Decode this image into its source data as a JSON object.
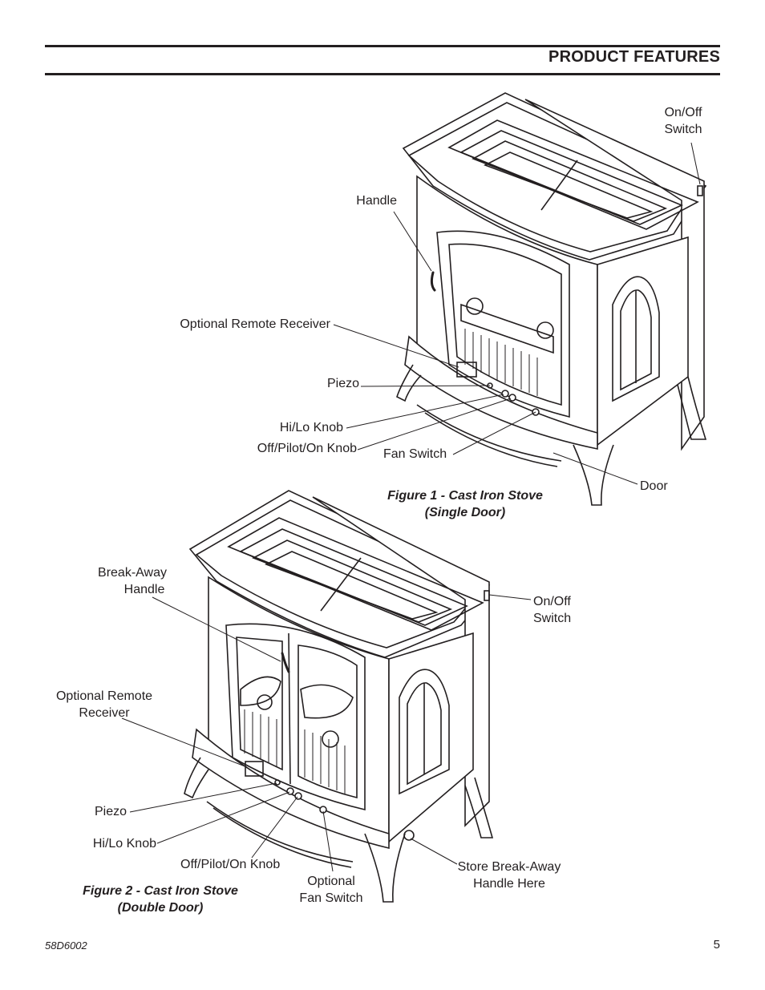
{
  "header": {
    "section_title": "PRODUCT FEATURES"
  },
  "figure1": {
    "caption_line1": "Figure 1 - Cast Iron Stove",
    "caption_line2": "(Single Door)",
    "labels": {
      "on_off_switch_1": "On/Off",
      "on_off_switch_2": "Switch",
      "handle": "Handle",
      "optional_remote_receiver": "Optional Remote Receiver",
      "piezo": "Piezo",
      "hi_lo_knob": "Hi/Lo Knob",
      "off_pilot_on_knob": "Off/Pilot/On Knob",
      "fan_switch": "Fan Switch",
      "door": "Door"
    }
  },
  "figure2": {
    "caption_line1": "Figure 2 - Cast Iron Stove",
    "caption_line2": "(Double Door)",
    "labels": {
      "break_away_handle_1": "Break-Away",
      "break_away_handle_2": "Handle",
      "on_off_switch_1": "On/Off",
      "on_off_switch_2": "Switch",
      "optional_remote_receiver_1": "Optional Remote",
      "optional_remote_receiver_2": "Receiver",
      "piezo": "Piezo",
      "hi_lo_knob": "Hi/Lo Knob",
      "off_pilot_on_knob": "Off/Pilot/On Knob",
      "optional_fan_switch_1": "Optional",
      "optional_fan_switch_2": "Fan Switch",
      "store_handle_1": "Store Break-Away",
      "store_handle_2": "Handle Here"
    }
  },
  "footer": {
    "doc_number": "58D6002",
    "page_number": "5"
  }
}
